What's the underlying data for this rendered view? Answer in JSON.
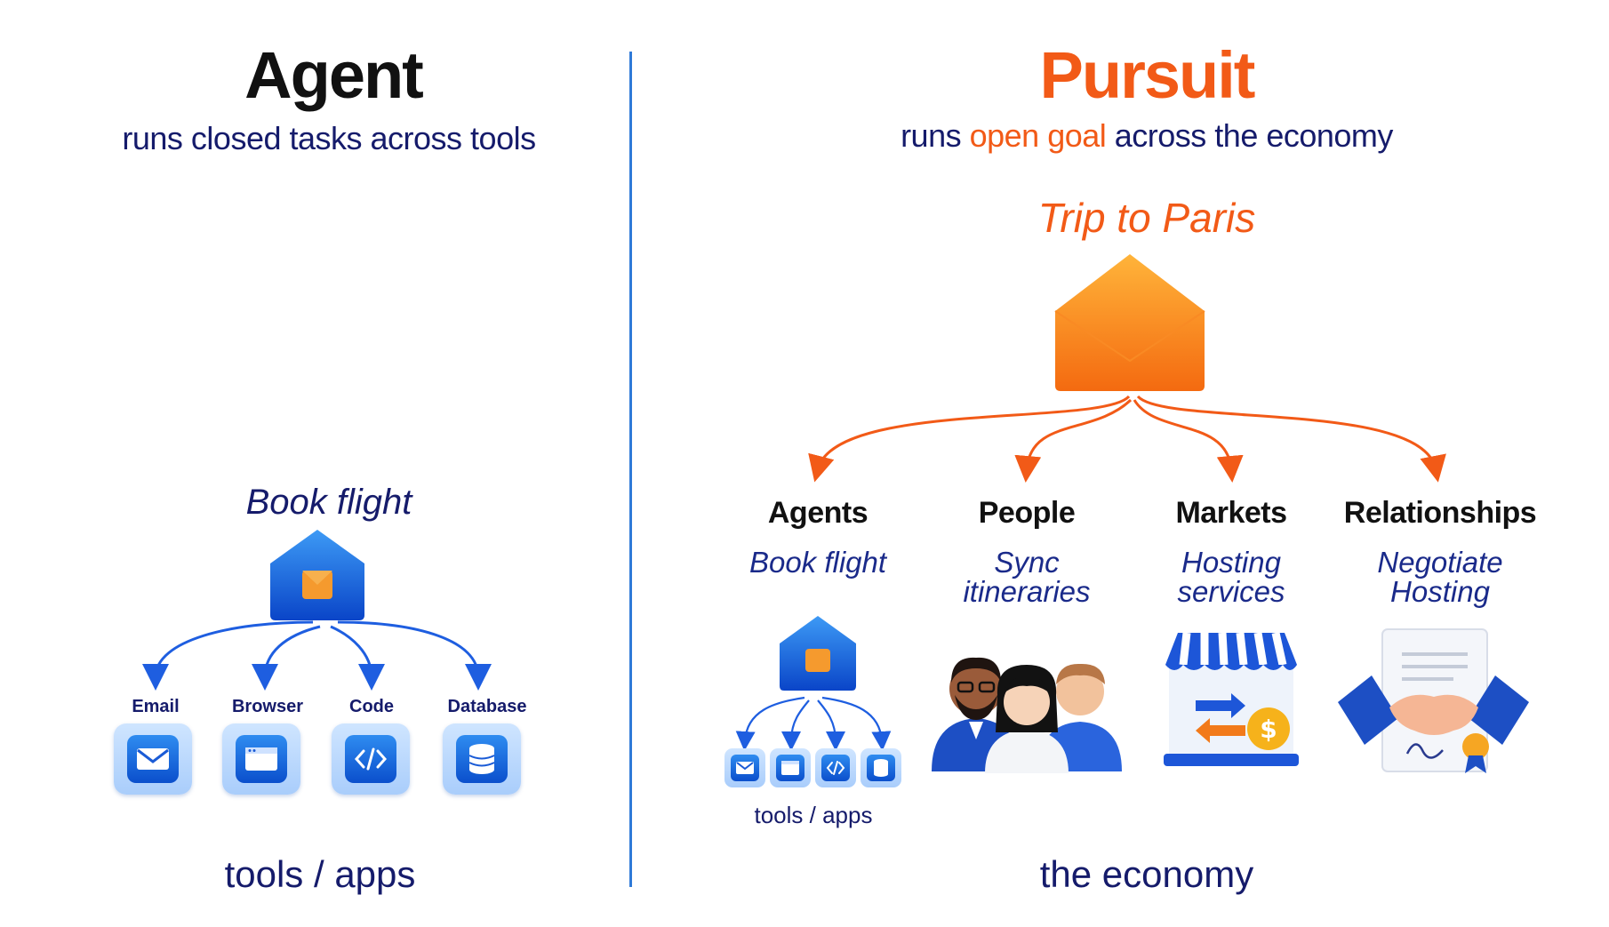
{
  "left": {
    "title": "Agent",
    "subtitle": "runs closed tasks across tools",
    "task": "Book flight",
    "tools": [
      {
        "label": "Email",
        "icon": "mail-icon"
      },
      {
        "label": "Browser",
        "icon": "browser-window-icon"
      },
      {
        "label": "Code",
        "icon": "code-brackets-icon"
      },
      {
        "label": "Database",
        "icon": "database-icon"
      }
    ],
    "footer": "tools / apps"
  },
  "right": {
    "title": "Pursuit",
    "subtitle_pre": "runs ",
    "subtitle_highlight": "open goal",
    "subtitle_post": " across the economy",
    "goal": "Trip to Paris",
    "categories": [
      {
        "head": "Agents",
        "sub1": "Book flight",
        "sub2": ""
      },
      {
        "head": "People",
        "sub1": "Sync",
        "sub2": "itineraries"
      },
      {
        "head": "Markets",
        "sub1": "Hosting",
        "sub2": "services"
      },
      {
        "head": "Relationships",
        "sub1": "Negotiate",
        "sub2": "Hosting"
      }
    ],
    "agents_caption": "tools / apps",
    "footer": "the economy"
  },
  "colors": {
    "navy": "#151b6b",
    "orange": "#f25a17",
    "blue": "#1e6ee8",
    "divider": "#2f7ad8"
  }
}
